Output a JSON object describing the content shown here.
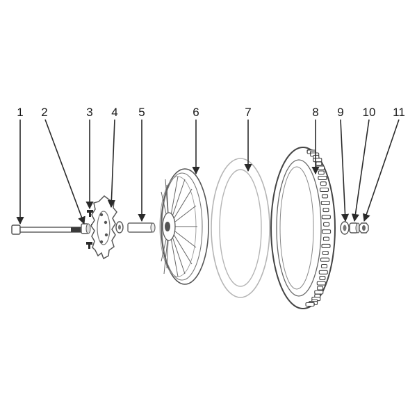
{
  "diagram": {
    "callouts": [
      {
        "id": "1",
        "label": "1"
      },
      {
        "id": "2",
        "label": "2"
      },
      {
        "id": "3",
        "label": "3"
      },
      {
        "id": "4",
        "label": "4"
      },
      {
        "id": "5",
        "label": "5"
      },
      {
        "id": "6",
        "label": "6"
      },
      {
        "id": "7",
        "label": "7"
      },
      {
        "id": "8",
        "label": "8"
      },
      {
        "id": "9",
        "label": "9"
      },
      {
        "id": "10",
        "label": "10"
      },
      {
        "id": "11",
        "label": "11"
      }
    ],
    "colors": {
      "line": "#2a2a2a",
      "part_stroke": "#6b6b6b",
      "tube_stroke": "#b5b5b5",
      "part_fill": "#f2f2f2",
      "dark_fill": "#3a3a3a"
    }
  }
}
